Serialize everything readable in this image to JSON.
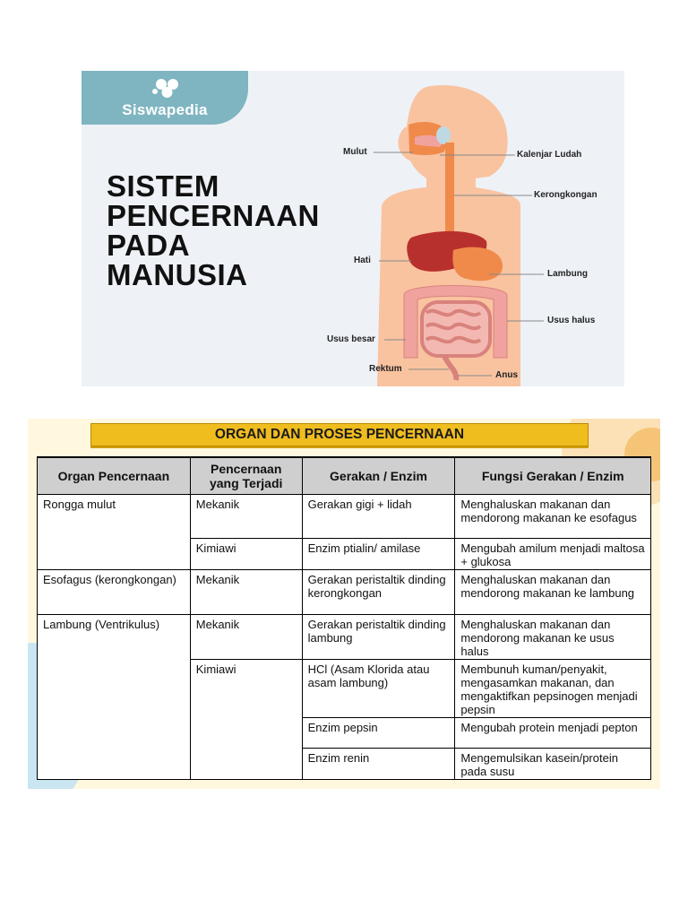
{
  "banner": {
    "logo_text": "Siswapedia",
    "title_lines": [
      "SISTEM",
      "PENCERNAAN",
      "PADA",
      "MANUSIA"
    ],
    "labels": {
      "mulut": "Mulut",
      "kalenjar_ludah": "Kalenjar Ludah",
      "kerongkongan": "Kerongkongan",
      "hati": "Hati",
      "lambung": "Lambung",
      "usus_halus": "Usus halus",
      "usus_besar": "Usus besar",
      "rektum": "Rektum",
      "anus": "Anus"
    }
  },
  "table": {
    "title": "ORGAN DAN PROSES PENCERNAAN",
    "headers": [
      "Organ Pencernaan",
      "Pencernaan yang Terjadi",
      "Gerakan / Enzim",
      "Fungsi Gerakan / Enzim"
    ],
    "rows": [
      {
        "organ": "Rongga mulut",
        "type": "Mekanik",
        "agent": "Gerakan gigi + lidah",
        "function": "Menghaluskan makanan dan mendorong makanan ke esofagus"
      },
      {
        "organ": "",
        "type": "Kimiawi",
        "agent": "Enzim ptialin/ amilase",
        "function": "Mengubah amilum menjadi maltosa + glukosa"
      },
      {
        "organ": "Esofagus (kerongkongan)",
        "type": "Mekanik",
        "agent": "Gerakan peristaltik dinding kerongkongan",
        "function": "Menghaluskan makanan dan mendorong makanan ke lambung"
      },
      {
        "organ": "Lambung (Ventrikulus)",
        "type": "Mekanik",
        "agent": "Gerakan peristaltik dinding lambung",
        "function": "Menghaluskan makanan dan mendorong makanan ke usus halus"
      },
      {
        "organ": "",
        "type": "Kimiawi",
        "agent": "HCl (Asam Klorida atau asam lambung)",
        "function": "Membunuh kuman/penyakit, mengasamkan makanan, dan mengaktifkan pepsinogen menjadi pepsin"
      },
      {
        "organ": "",
        "type": "",
        "agent": "Enzim pepsin",
        "function": "Mengubah protein menjadi pepton"
      },
      {
        "organ": "",
        "type": "",
        "agent": "Enzim renin",
        "function": "Mengemulsikan kasein/protein pada susu"
      }
    ]
  },
  "colors": {
    "banner_bg": "#eef2f7",
    "logo_tab": "#7fb4c1",
    "skin": "#f9c3a0",
    "liver": "#b8302e",
    "stomach": "#ef8a4a",
    "intestine": "#f0a39e",
    "title_bar": "#f0bd1f",
    "header_gray": "#cfcfcf"
  }
}
